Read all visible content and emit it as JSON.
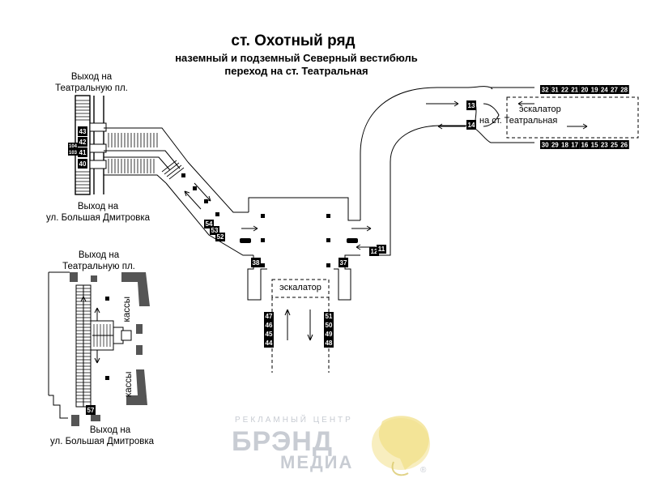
{
  "title": "ст. Охотный ряд",
  "subtitle_1": "наземный и подземный Северный вестибюль",
  "subtitle_2": "переход на ст. Театральная",
  "labels": {
    "exit_top_line1": "Выход на",
    "exit_top_line2": "Театральную пл.",
    "exit_bottom_line1": "Выход на",
    "exit_bottom_line2": "ул. Большая Дмитровка",
    "escalator": "эскалатор",
    "escalator_right": "эскалатор",
    "to_teatralnaya": "на ст. Театральная",
    "kassy_1": "кассы",
    "kassy_2": "кассы",
    "inset_exit_top_line1": "Выход на",
    "inset_exit_top_line2": "Театральную пл.",
    "inset_exit_bottom_line1": "Выход на",
    "inset_exit_bottom_line2": "ул. Большая Дмитровка"
  },
  "numbers": {
    "top_right_row": [
      "32",
      "31",
      "22",
      "21",
      "20",
      "19",
      "24",
      "27",
      "28"
    ],
    "bottom_right_row": [
      "30",
      "29",
      "18",
      "17",
      "16",
      "15",
      "23",
      "25",
      "26"
    ],
    "left_stack": [
      "43",
      "42",
      "41",
      "40"
    ],
    "left_small": [
      "104",
      "103"
    ],
    "ramp": [
      "54",
      "53",
      "52"
    ],
    "n38": "38",
    "n37": "37",
    "n13": "13",
    "n14": "14",
    "n12": "12",
    "n11": "11",
    "esc_left": [
      "47",
      "46",
      "45",
      "44"
    ],
    "esc_right": [
      "51",
      "50",
      "49",
      "48"
    ],
    "inset_57": "57"
  },
  "watermark": {
    "line_small": "РЕКЛАМНЫЙ ЦЕНТР",
    "line_big": "БРЭНД",
    "line_med": "МЕДИА",
    "mark": "®"
  },
  "colors": {
    "wall": "#000000",
    "background": "#ffffff",
    "number_tag": "#000000",
    "shade": "#555555",
    "watermark": "#c8ccd3",
    "logo": "#f2e08a"
  }
}
